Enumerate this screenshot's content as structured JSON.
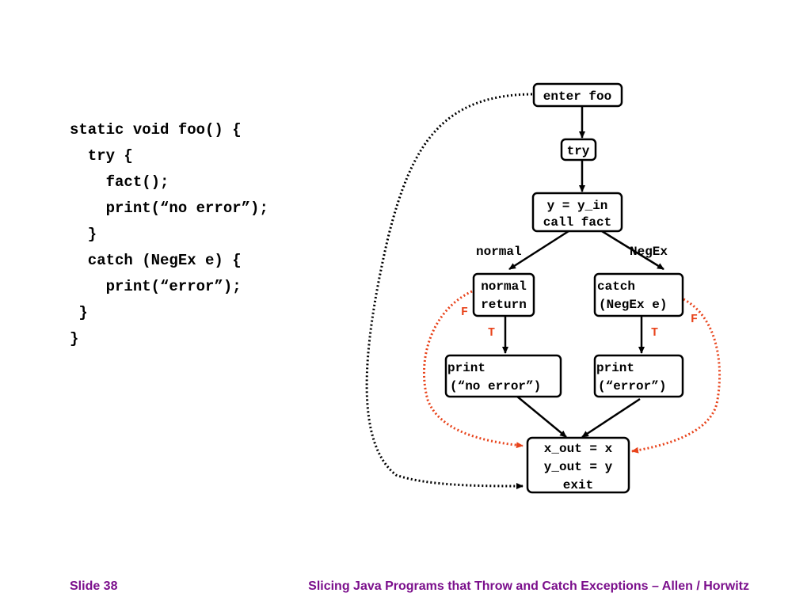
{
  "code": {
    "lines": [
      "static void foo() {",
      "  try {",
      "    fact();",
      "    print(“no error”);",
      "  }",
      "  catch (NegEx e) {",
      "    print(“error”);",
      " }",
      "}"
    ]
  },
  "diagram": {
    "nodes": {
      "enter_foo": [
        "enter foo"
      ],
      "try": [
        "try"
      ],
      "call_fact": [
        "y = y_in",
        "call fact"
      ],
      "normal_return": [
        "normal",
        "return"
      ],
      "catch": [
        "catch",
        "(NegEx e)"
      ],
      "print_no_error": [
        "print",
        "(“no error”)"
      ],
      "print_error": [
        "print",
        "(“error”)"
      ],
      "exit": [
        "x_out = x",
        "y_out = y",
        "exit"
      ]
    },
    "edge_labels": {
      "normal": "normal",
      "negex": "NegEx",
      "t_left": "T",
      "t_right": "T",
      "f_left": "F",
      "f_right": "F"
    },
    "colors": {
      "control_dependence": "#e8431b",
      "flow": "#000000"
    }
  },
  "footer": {
    "slide": "Slide 38",
    "title": "Slicing Java Programs that Throw and Catch Exceptions – Allen / Horwitz"
  }
}
